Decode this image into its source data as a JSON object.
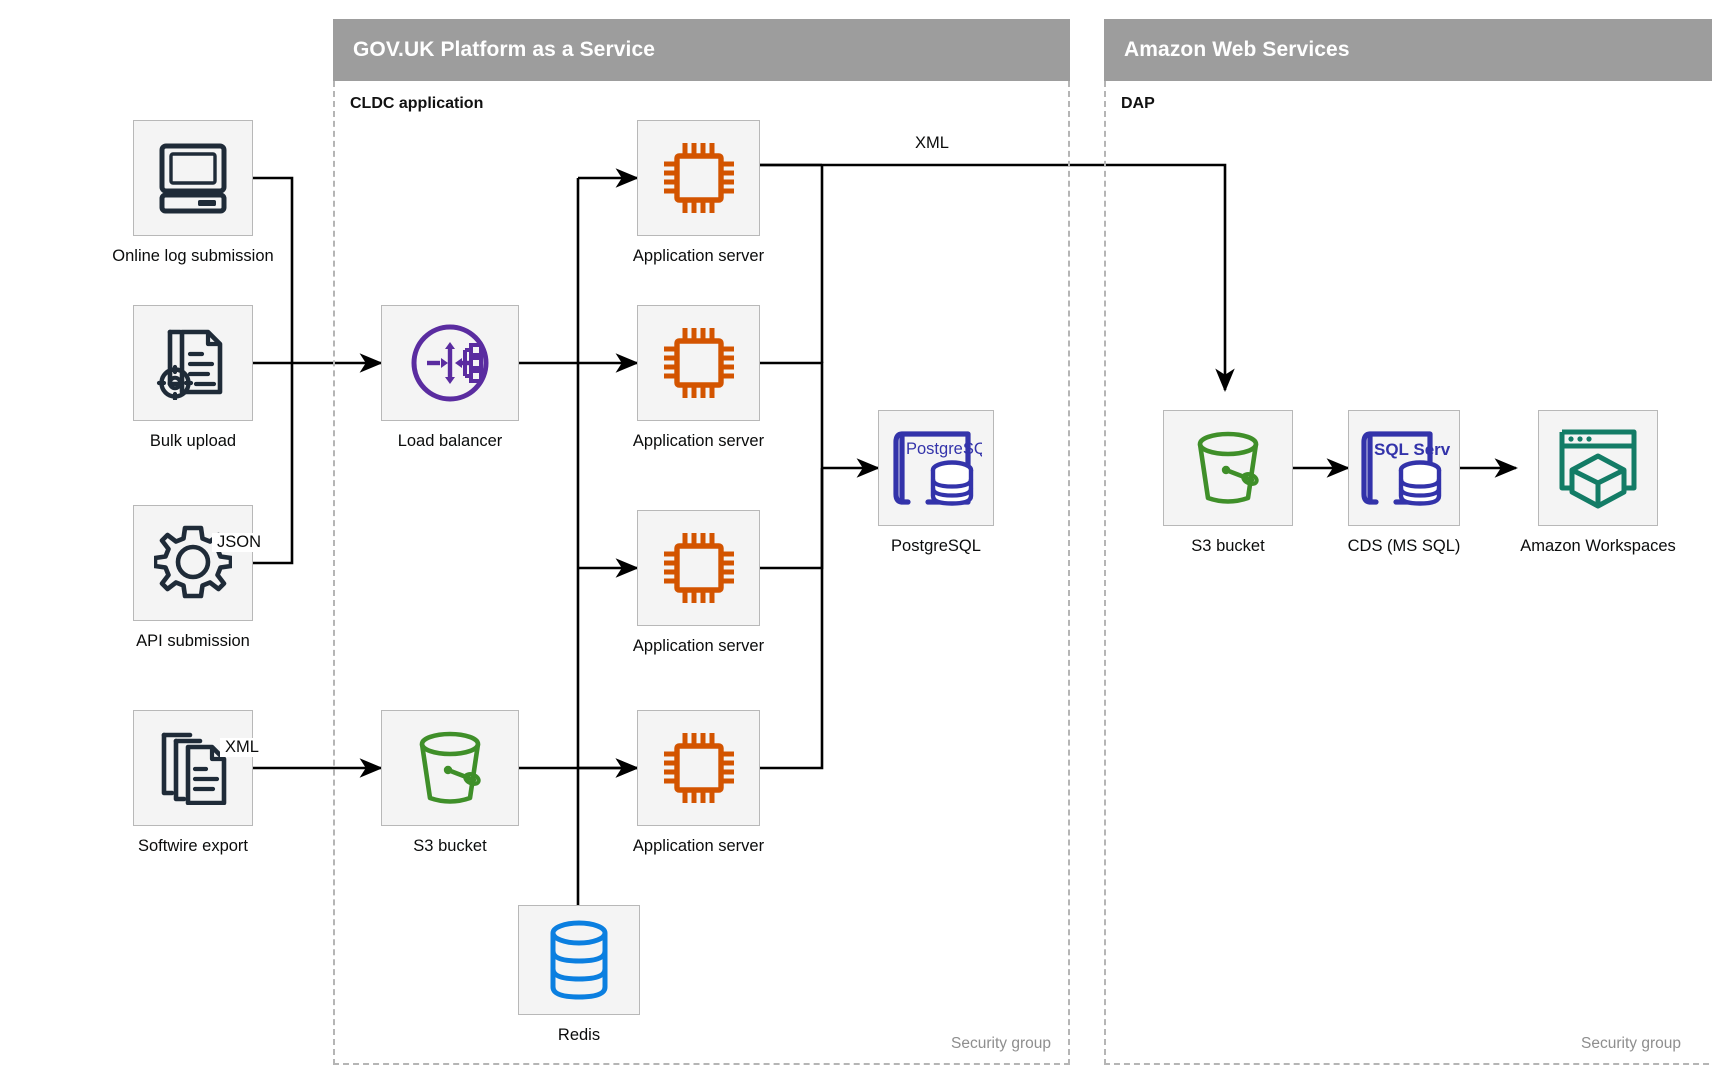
{
  "zones": [
    {
      "id": "govuk",
      "title": "GOV.UK Platform as a Service",
      "subtitle": "CLDC application",
      "security_group_label": "Security group"
    },
    {
      "id": "aws",
      "title": "Amazon Web Services",
      "subtitle": "DAP",
      "security_group_label": "Security group"
    }
  ],
  "nodes": {
    "online_log": {
      "label": "Online log submission",
      "icon": "desktop-computer-icon",
      "color": "#1f2b38"
    },
    "bulk_upload": {
      "label": "Bulk upload",
      "icon": "document-gear-icon",
      "color": "#1f2b38"
    },
    "api_submission": {
      "label": "API submission",
      "icon": "gear-icon",
      "color": "#1f2b38"
    },
    "softwire_export": {
      "label": "Softwire export",
      "icon": "document-stack-icon",
      "color": "#1f2b38"
    },
    "load_balancer": {
      "label": "Load balancer",
      "icon": "load-balancer-icon",
      "color": "#5a2ca0"
    },
    "app_server_1": {
      "label": "Application server",
      "icon": "cpu-chip-icon",
      "color": "#d35400"
    },
    "app_server_2": {
      "label": "Application server",
      "icon": "cpu-chip-icon",
      "color": "#d35400"
    },
    "app_server_3": {
      "label": "Application server",
      "icon": "cpu-chip-icon",
      "color": "#d35400"
    },
    "app_server_4": {
      "label": "Application server",
      "icon": "cpu-chip-icon",
      "color": "#d35400"
    },
    "postgresql": {
      "label": "PostgreSQL",
      "icon": "postgresql-icon",
      "color": "#3333aa",
      "badge_text": "PostgreSQL"
    },
    "s3_paas": {
      "label": "S3 bucket",
      "icon": "s3-bucket-icon",
      "color": "#3f8f29"
    },
    "redis": {
      "label": "Redis",
      "icon": "redis-database-icon",
      "color": "#0b7fe0"
    },
    "s3_aws": {
      "label": "S3 bucket",
      "icon": "s3-bucket-icon",
      "color": "#3f8f29"
    },
    "cds": {
      "label": "CDS (MS SQL)",
      "icon": "sql-server-icon",
      "color": "#3333aa",
      "badge_text": "SQL Server"
    },
    "workspaces": {
      "label": "Amazon Workspaces",
      "icon": "amazon-workspaces-icon",
      "color": "#137c66"
    }
  },
  "edge_labels": {
    "json": "JSON",
    "xml_softwire": "XML",
    "xml_to_aws": "XML"
  },
  "colors": {
    "zone_header_bg": "#9d9d9d",
    "zone_header_text": "#ffffff",
    "zone_border": "#b5b5b5",
    "icon_tile_bg": "#f4f4f4",
    "icon_tile_border": "#b8b8b8",
    "connector": "#000000",
    "navy": "#1f2b38",
    "orange": "#d35400",
    "purple": "#5a2ca0",
    "green": "#3f8f29",
    "blue": "#0b7fe0",
    "indigo": "#3333aa",
    "teal": "#137c66",
    "muted_text": "#8e8e8e"
  }
}
